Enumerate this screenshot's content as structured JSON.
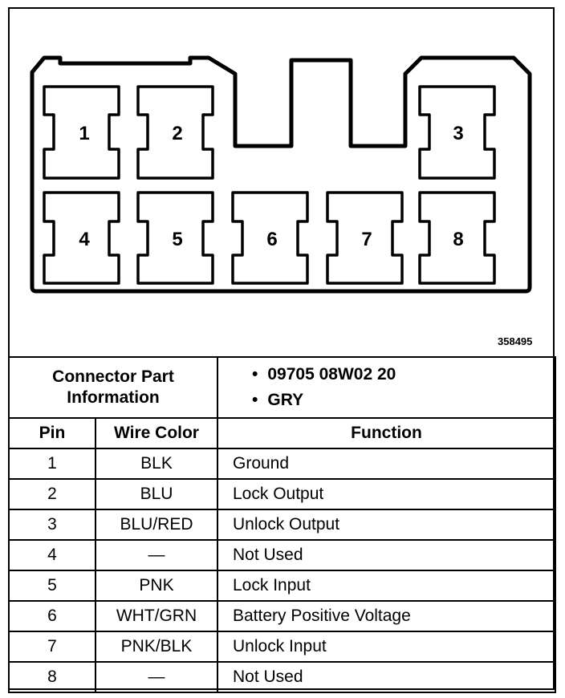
{
  "figure_id": "358495",
  "connector": {
    "pins": [
      {
        "label": "1"
      },
      {
        "label": "2"
      },
      {
        "label": "3"
      },
      {
        "label": "4"
      },
      {
        "label": "5"
      },
      {
        "label": "6"
      },
      {
        "label": "7"
      },
      {
        "label": "8"
      }
    ]
  },
  "part_info": {
    "label_line1": "Connector Part",
    "label_line2": "Information",
    "part_number": "09705 08W02 20",
    "color": "GRY"
  },
  "table": {
    "headers": {
      "pin": "Pin",
      "wire_color": "Wire Color",
      "function": "Function"
    },
    "rows": [
      {
        "pin": "1",
        "wire_color": "BLK",
        "function": "Ground"
      },
      {
        "pin": "2",
        "wire_color": "BLU",
        "function": "Lock Output"
      },
      {
        "pin": "3",
        "wire_color": "BLU/RED",
        "function": "Unlock Output"
      },
      {
        "pin": "4",
        "wire_color": "—",
        "function": "Not Used"
      },
      {
        "pin": "5",
        "wire_color": "PNK",
        "function": "Lock Input"
      },
      {
        "pin": "6",
        "wire_color": "WHT/GRN",
        "function": "Battery Positive Voltage"
      },
      {
        "pin": "7",
        "wire_color": "PNK/BLK",
        "function": "Unlock Input"
      },
      {
        "pin": "8",
        "wire_color": "—",
        "function": "Not Used"
      }
    ]
  }
}
